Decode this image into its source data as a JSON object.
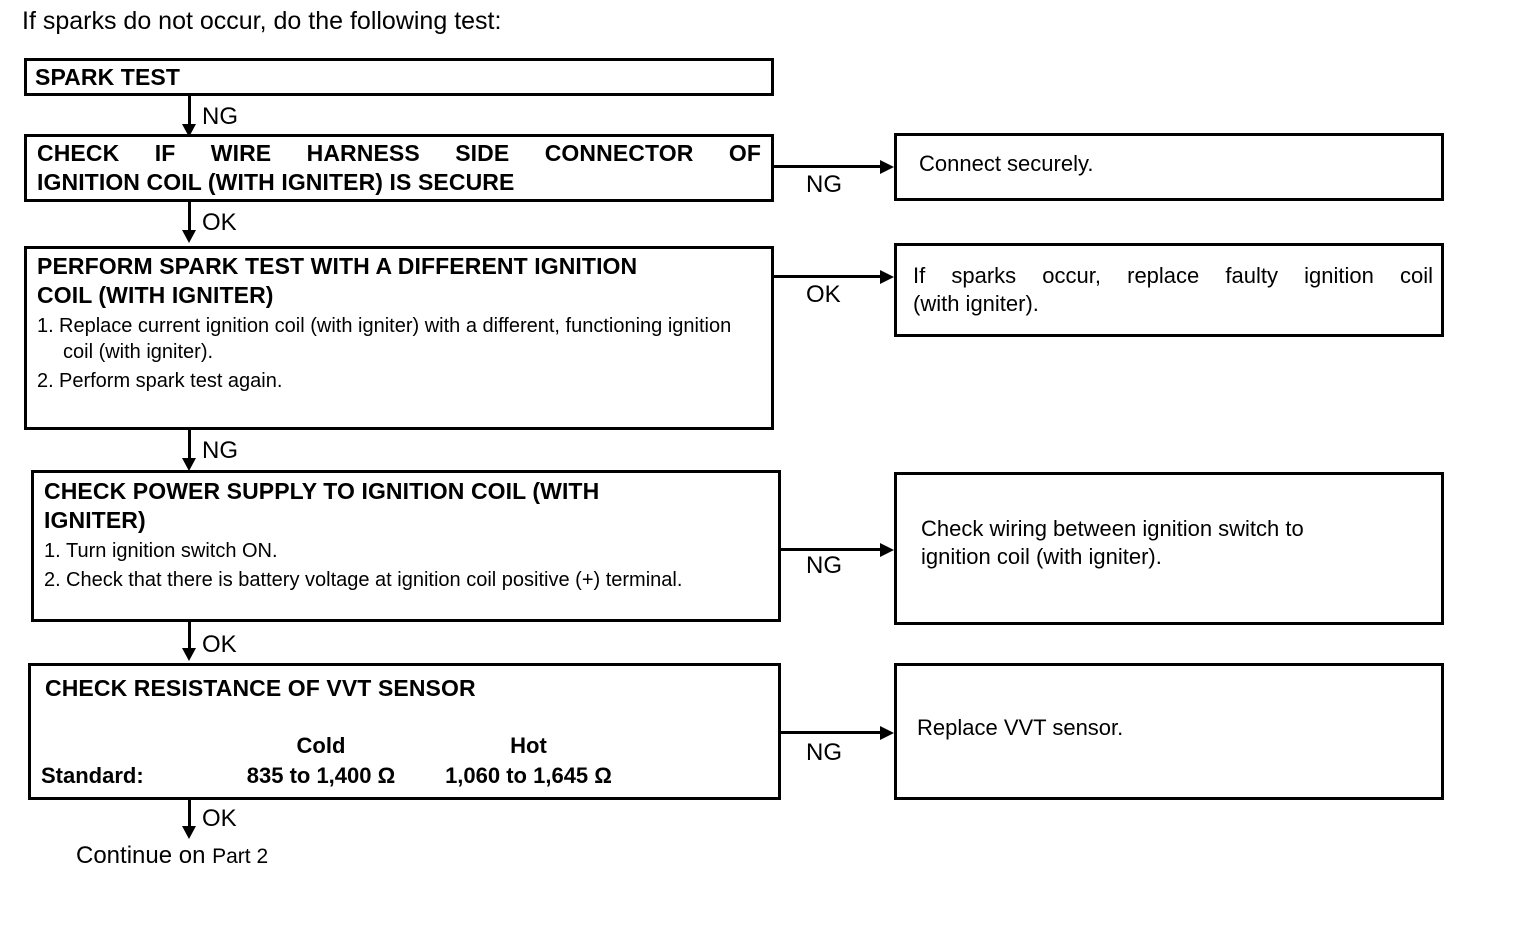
{
  "intro": "If sparks do not occur, do the following test:",
  "flow": {
    "boxes": [
      {
        "id": "spark-test",
        "title": "SPARK TEST"
      },
      {
        "id": "check-connector",
        "title": "CHECK IF WIRE HARNESS SIDE CONNECTOR OF IGNITION COIL (WITH IGNITER) IS SECURE",
        "title_line1": "CHECK IF WIRE HARNESS SIDE CONNECTOR OF",
        "title_line2": "IGNITION COIL (WITH IGNITER) IS SECURE"
      },
      {
        "id": "perform-spark-test",
        "title_line1": "PERFORM SPARK TEST WITH A DIFFERENT IGNITION",
        "title_line2": "COIL (WITH IGNITER)",
        "steps": [
          {
            "num": "1.",
            "text": "Replace current ignition coil (with igniter) with a different, functioning ignition coil (with igniter)."
          },
          {
            "num": "2.",
            "text": "Perform spark test again."
          }
        ]
      },
      {
        "id": "check-power-supply",
        "title_line1": "CHECK POWER SUPPLY TO IGNITION COIL (WITH",
        "title_line2": "IGNITER)",
        "steps": [
          {
            "num": "1.",
            "text": "Turn ignition switch ON."
          },
          {
            "num": "2.",
            "text": "Check that there is battery voltage at ignition coil positive (+) terminal."
          }
        ]
      },
      {
        "id": "check-vvt-resistance",
        "title": "CHECK RESISTANCE OF VVT SENSOR",
        "standard": {
          "label": "Standard:",
          "columns": [
            "Cold",
            "Hot"
          ],
          "values": [
            "835 to 1,400 Ω",
            "1,060 to 1,645 Ω"
          ]
        }
      }
    ],
    "results": [
      {
        "id": "connect-securely",
        "text": "Connect securely."
      },
      {
        "id": "replace-faulty-coil",
        "text": "If sparks occur, replace faulty ignition coil (with igniter).",
        "line1": "If sparks occur, replace faulty ignition coil",
        "line2": "(with igniter)."
      },
      {
        "id": "check-wiring",
        "text": "Check wiring between ignition switch to ignition coil (with igniter).",
        "line1": "Check wiring between ignition switch to",
        "line2": "ignition coil (with igniter)."
      },
      {
        "id": "replace-vvt-sensor",
        "text": "Replace VVT sensor."
      }
    ],
    "edge_labels": {
      "down1": "NG",
      "down2": "OK",
      "down3": "NG",
      "down4": "OK",
      "down5": "OK",
      "right1": "NG",
      "right2": "OK",
      "right3": "NG",
      "right4": "NG"
    },
    "continue": {
      "main": "Continue on ",
      "part": "Part 2"
    }
  },
  "colors": {
    "line": "#000000",
    "background": "#ffffff",
    "text": "#000000"
  }
}
